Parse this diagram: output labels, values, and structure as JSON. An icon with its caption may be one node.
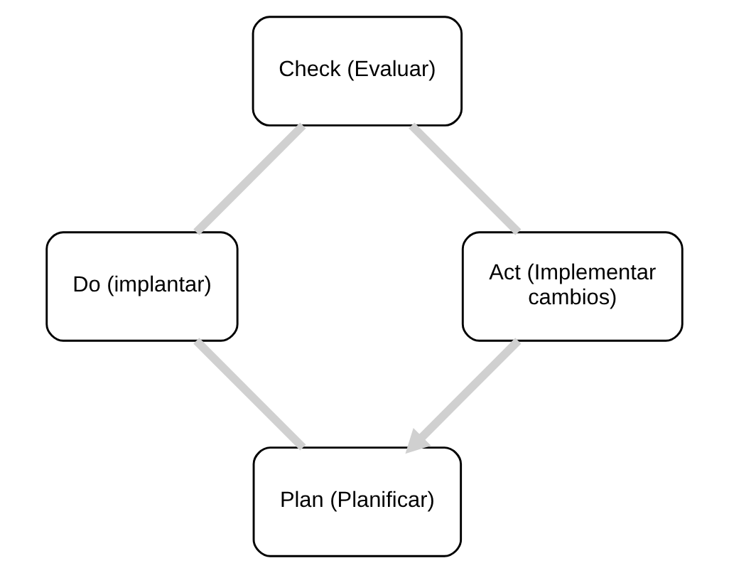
{
  "diagram": {
    "nodes": [
      {
        "text": [
          "Plan (Planificar)"
        ]
      },
      {
        "text": [
          "Do (implantar)"
        ]
      },
      {
        "text": [
          "Check (Evaluar)"
        ]
      },
      {
        "text": [
          "Act (Implementar cambios)"
        ]
      }
    ],
    "edges": [
      {
        "from": 0,
        "to": 1,
        "arrow": "none"
      },
      {
        "from": 1,
        "to": 2,
        "arrow": "none"
      },
      {
        "from": 2,
        "to": 3,
        "arrow": "none"
      },
      {
        "from": 3,
        "to": 0,
        "arrow": "to"
      }
    ]
  }
}
